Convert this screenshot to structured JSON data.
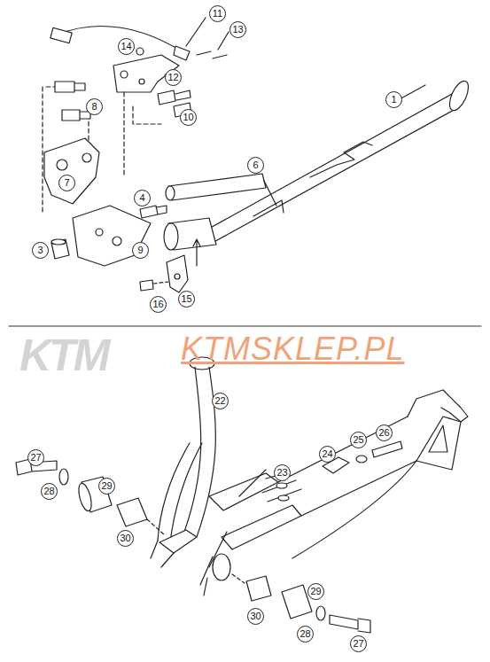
{
  "diagram": {
    "labels": [
      "11",
      "13",
      "14",
      "12",
      "1",
      "8",
      "10",
      "6",
      "7",
      "4",
      "3",
      "9",
      "15",
      "16",
      "KTM",
      "KTMSKLEP.PL",
      "22",
      "27",
      "24",
      "25",
      "26",
      "23",
      "28",
      "29",
      "30",
      "29",
      "30",
      "28",
      "27"
    ]
  }
}
